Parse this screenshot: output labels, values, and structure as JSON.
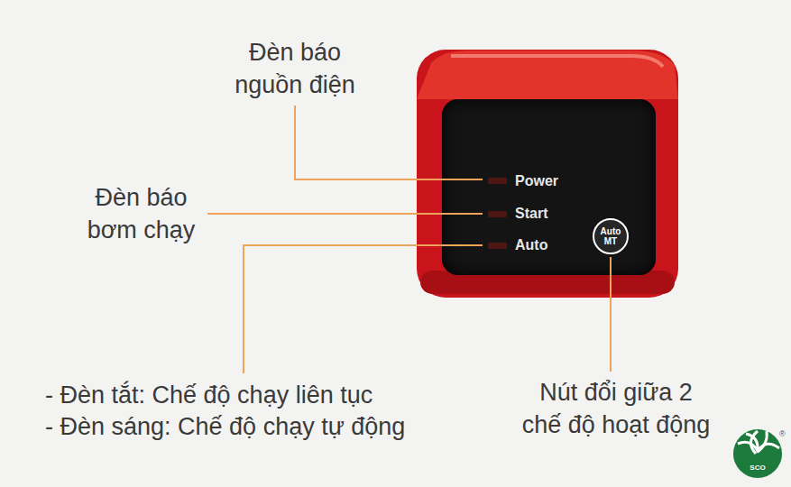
{
  "diagram": {
    "nodes": [
      {
        "text": [
          "Power",
          "Start",
          "Auto"
        ]
      },
      {
        "text": [
          "Auto MT"
        ],
        "in": 0
      }
    ],
    "labels": [
      "Đèn báo nguồn điện",
      "Đèn báo bơm chạy",
      "- Đèn tắt: Chế độ chạy liên tục",
      "- Đèn sáng: Chế độ chạy tự động",
      "Nút đổi giữa 2 chế độ hoạt động",
      "SCO",
      "®"
    ]
  }
}
